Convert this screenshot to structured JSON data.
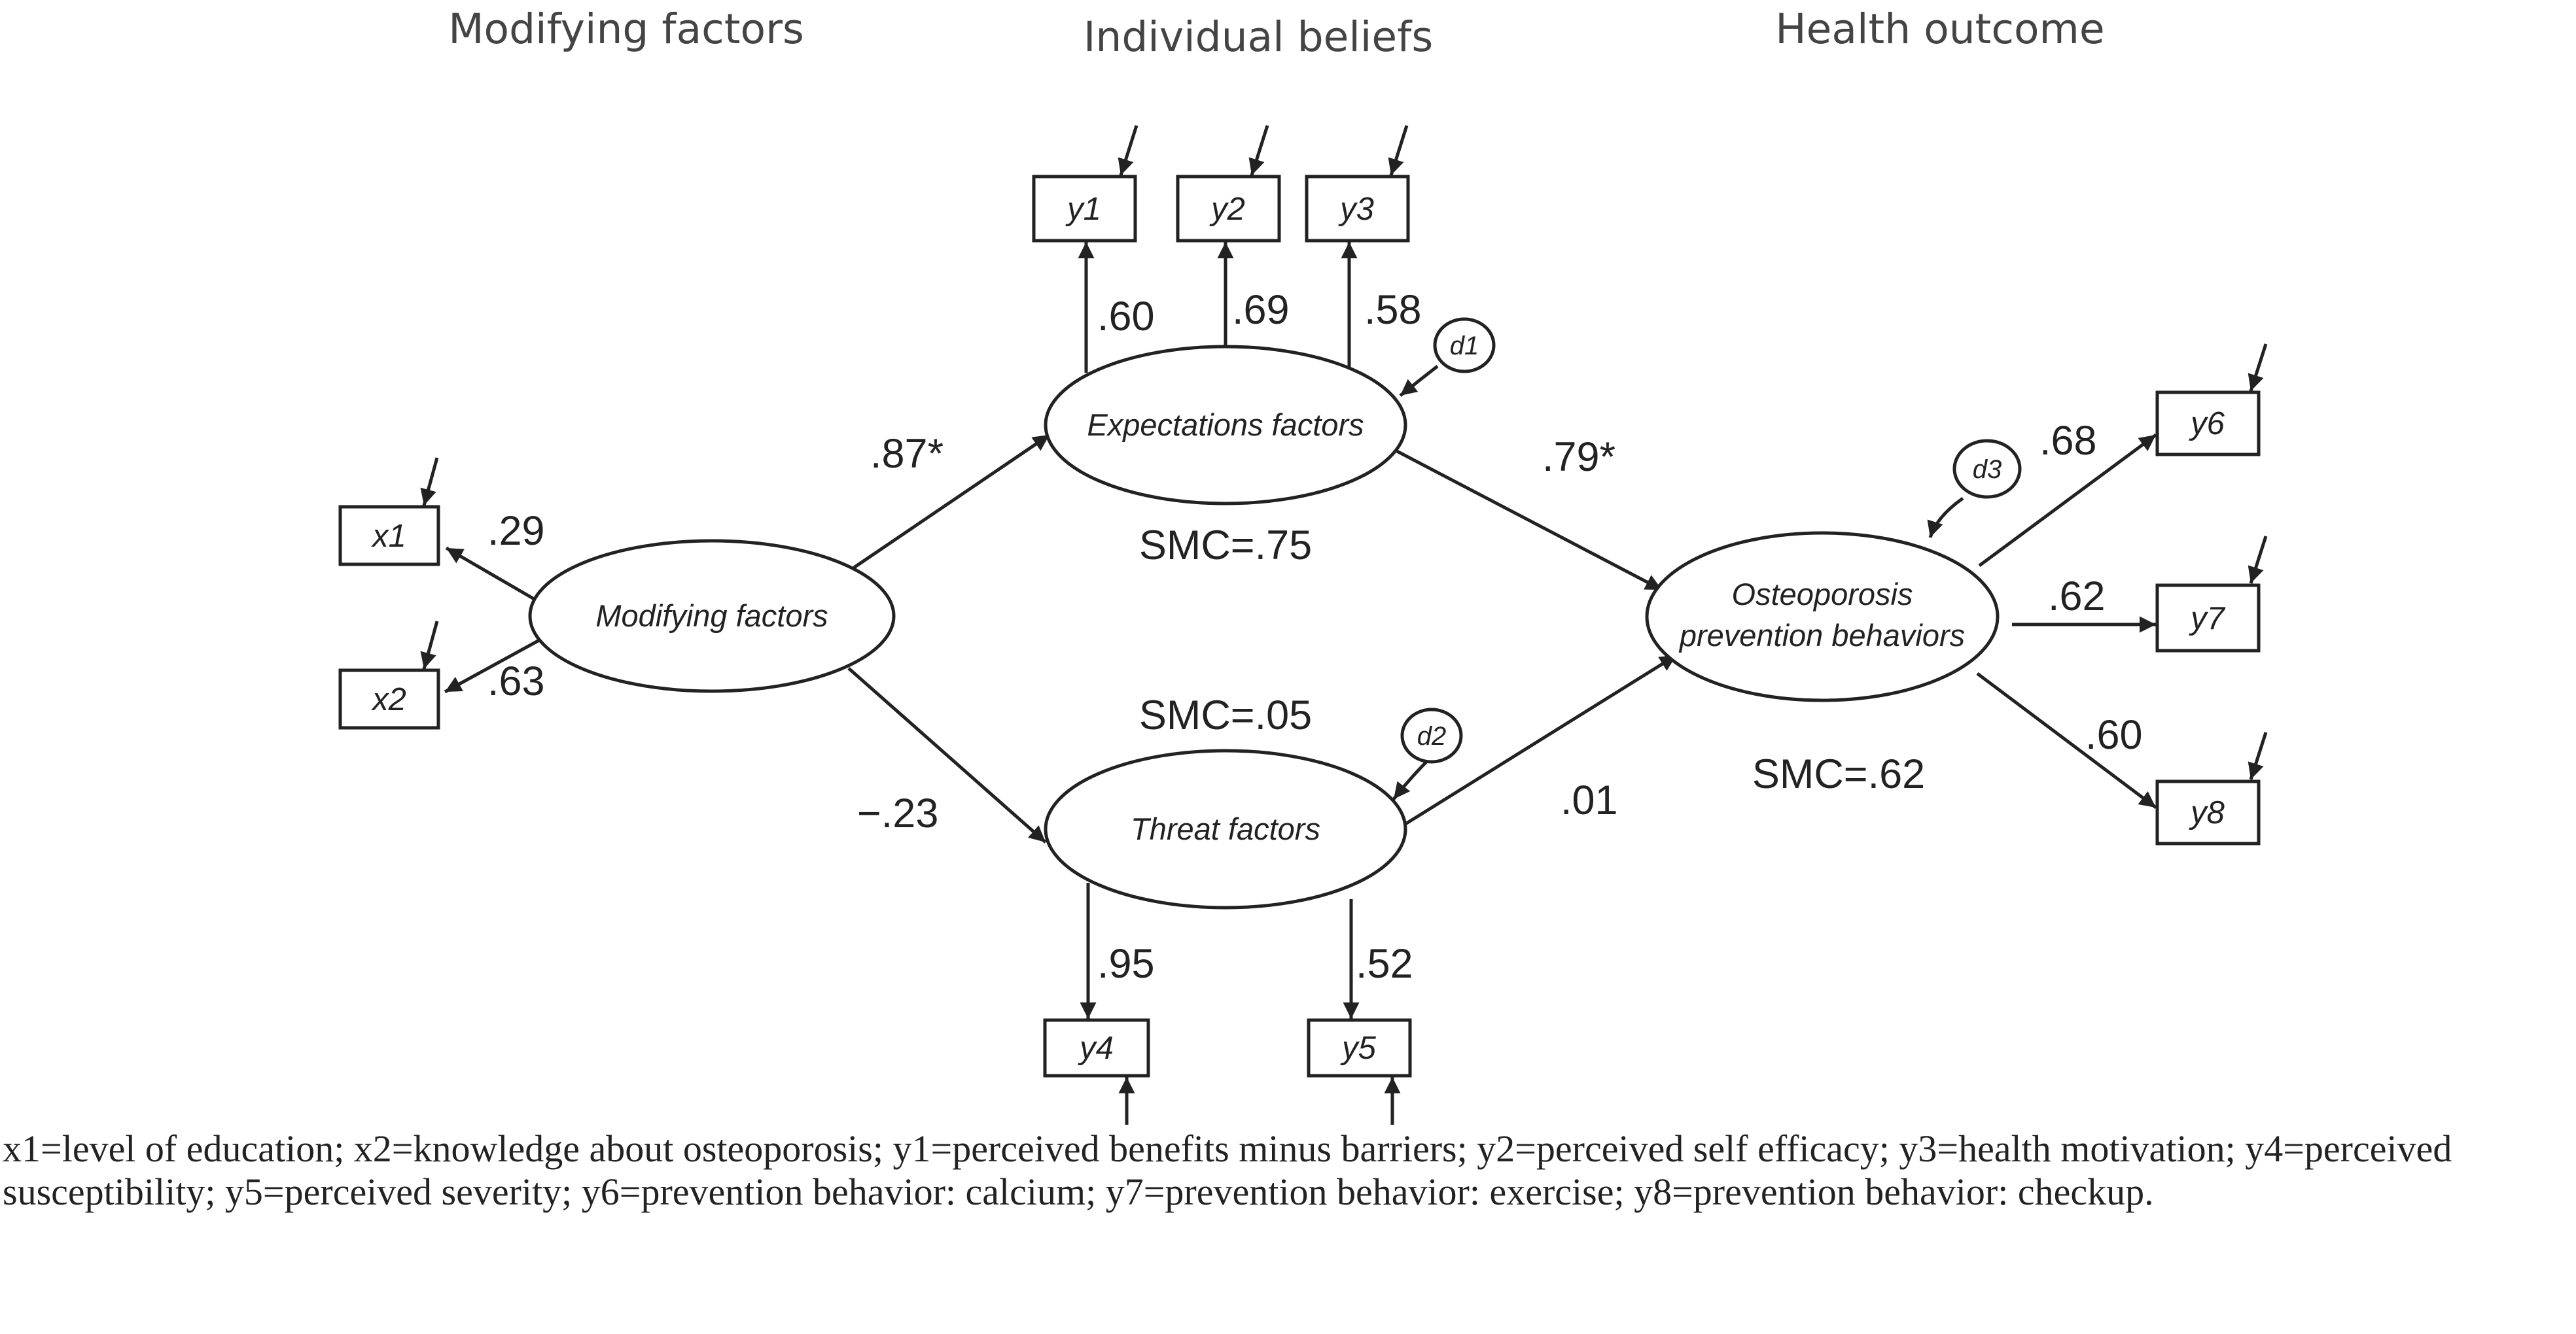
{
  "headers": {
    "modifying": "Modifying factors",
    "beliefs": "Individual beliefs",
    "outcome": "Health outcome"
  },
  "latents": {
    "modifying": "Modifying factors",
    "expectations": "Expectations factors",
    "threat": "Threat factors",
    "outcome_line1": "Osteoporosis",
    "outcome_line2": "prevention behaviors"
  },
  "indicators": {
    "x1": "x1",
    "x2": "x2",
    "y1": "y1",
    "y2": "y2",
    "y3": "y3",
    "y4": "y4",
    "y5": "y5",
    "y6": "y6",
    "y7": "y7",
    "y8": "y8"
  },
  "disturbances": {
    "d1": "d1",
    "d2": "d2",
    "d3": "d3"
  },
  "coefficients": {
    "mod_x1": ".29",
    "mod_x2": ".63",
    "exp_y1": ".60",
    "exp_y2": ".69",
    "exp_y3": ".58",
    "thr_y4": ".95",
    "thr_y5": ".52",
    "out_y6": ".68",
    "out_y7": ".62",
    "out_y8": ".60",
    "mod_exp": ".87*",
    "mod_thr": "−.23",
    "exp_out": ".79*",
    "thr_out": ".01"
  },
  "smc": {
    "expectations": "SMC=.75",
    "threat": "SMC=.05",
    "outcome": "SMC=.62"
  },
  "footnote": "x1=level of education; x2=knowledge about osteoporosis; y1=perceived benefits minus barriers; y2=perceived self efficacy; y3=health motivation; y4=perceived susceptibility; y5=perceived severity; y6=prevention behavior: calcium; y7=prevention behavior: exercise; y8=prevention behavior: checkup."
}
